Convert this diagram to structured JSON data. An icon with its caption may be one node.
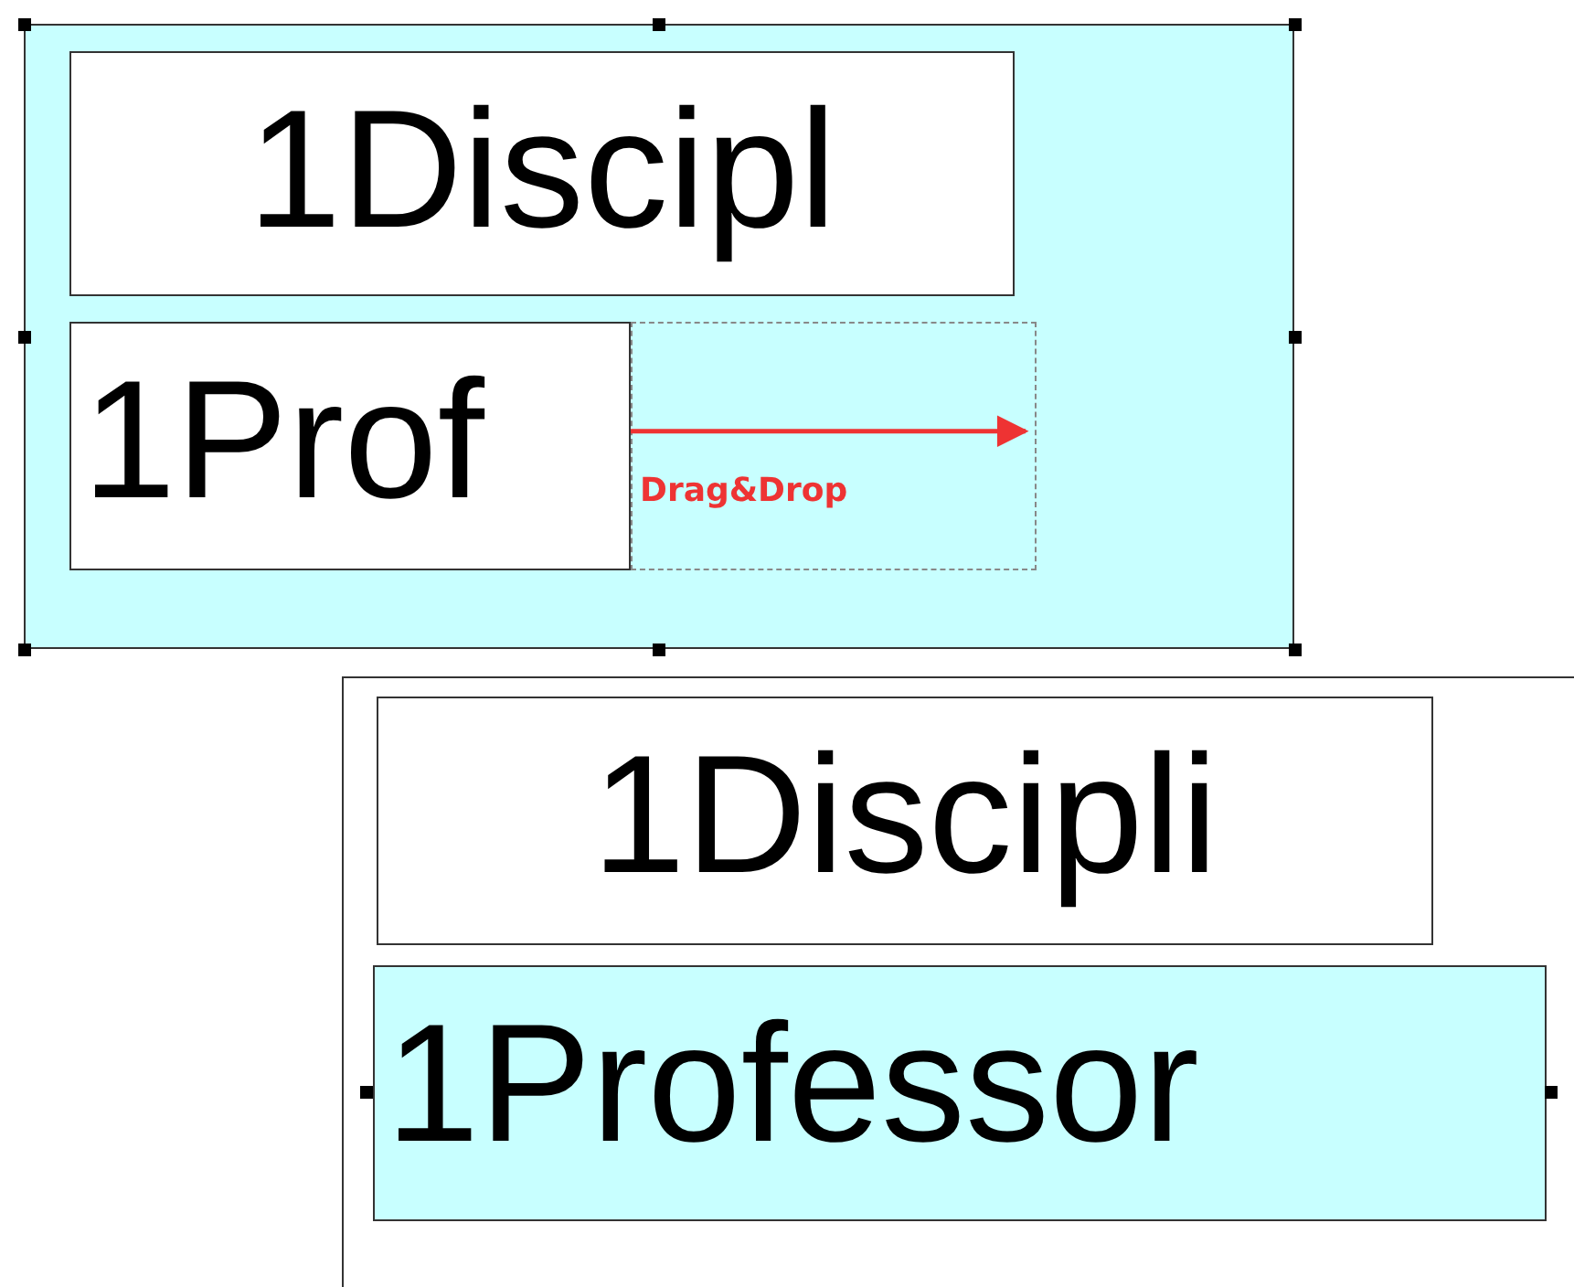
{
  "diagram": {
    "nodes": [
      {
        "text": [],
        "shape": "box"
      },
      {
        "text": [
          "1Discipl"
        ],
        "in": 0
      },
      {
        "text": [
          "1Prof"
        ],
        "in": 0
      },
      {
        "text": [],
        "shape": "box",
        "in": 0
      },
      {
        "text": [],
        "shape": "box"
      },
      {
        "text": [
          "1Discipli"
        ],
        "in": 4
      },
      {
        "text": [
          "1Professor"
        ],
        "in": 4
      }
    ],
    "edges": [
      {
        "from": 2,
        "to": 3,
        "arrow": "to",
        "label": "Drag&Drop",
        "color": "#ee3333"
      }
    ]
  }
}
